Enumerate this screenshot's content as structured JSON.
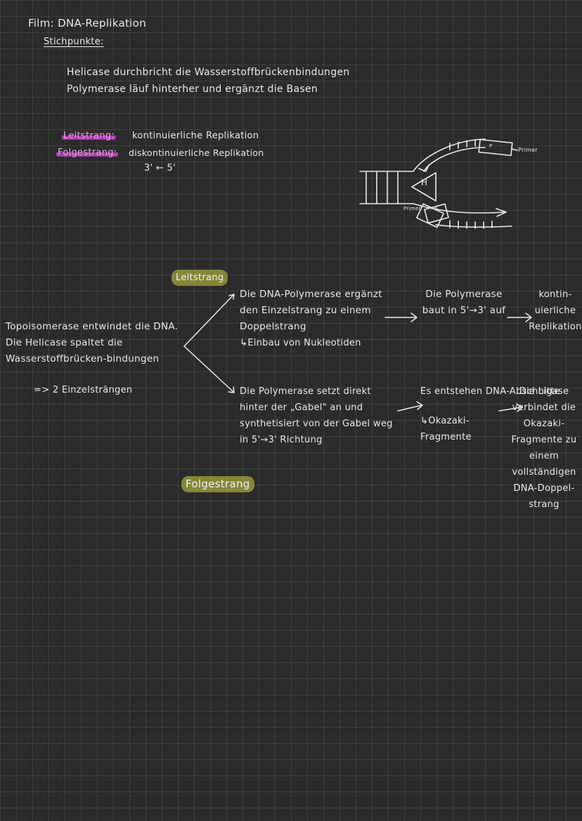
{
  "header": {
    "title": "Film: DNA-Replikation",
    "subtitle": "Stichpunkte:"
  },
  "notes": {
    "line1": "Helicase durchbricht die Wasserstoffbrückenbindungen",
    "line2": "Polymerase läuf hinterher und ergänzt die Basen"
  },
  "definitions": {
    "leit_label": "Leitstrang:",
    "leit_text": "kontinuierliche Replikation",
    "folge_label": "Folgestrang:",
    "folge_text": "diskontinuierliche Replikation",
    "direction": "3' ← 5'"
  },
  "diagram": {
    "helicase_label": "H",
    "primer_label": "Primer",
    "primer_small": "P",
    "primer_bottom_label": "Primer",
    "polymerase_label": "P"
  },
  "mindmap": {
    "root": "Topoisomerase entwindet die DNA. Die Helicase spaltet die Wasserstoffbrücken-bindungen",
    "root_result": "=> 2 Einzelsträngen",
    "leit_heading": "Leitstrang",
    "leit_step1": "Die DNA-Polymerase ergänzt den Einzelstrang zu einem Doppelstrang",
    "leit_step1_sub": "↳Einbau von Nukleotiden",
    "leit_step2": "Die Polymerase baut in 5'→3' auf",
    "leit_step3": "kontin-uierliche Replikation",
    "folge_heading": "Folgestrang",
    "folge_step1": "Die Polymerase setzt direkt hinter der „Gabel\" an und synthetisiert von der Gabel weg in 5'→3' Richtung",
    "folge_step2": "Es entstehen DNA-Abschnitte",
    "folge_step2_sub": "↳Okazaki-Fragmente",
    "folge_step3": "Die Ligase verbindet die Okazaki-Fragmente zu einem vollständigen DNA-Doppel-strang"
  }
}
